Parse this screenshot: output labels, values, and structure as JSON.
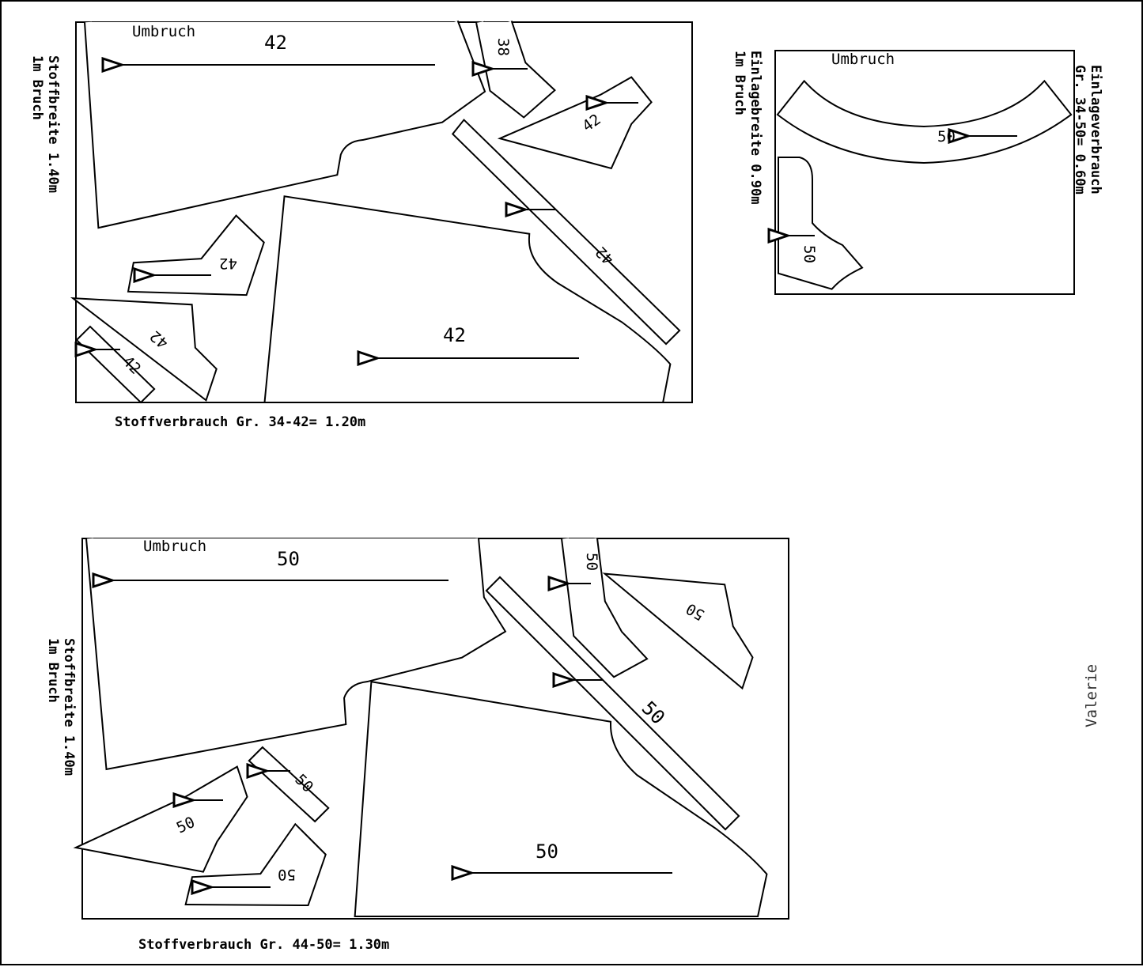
{
  "layout_1": {
    "fold_label": "Umbruch",
    "fabric_width": "Stoffbreite 1.40m",
    "fold_note": "1m Bruch",
    "consumption": "Stoffverbrauch Gr. 34-42= 1.20m",
    "size_labels": [
      "42",
      "38",
      "42",
      "42",
      "42",
      "42",
      "42",
      "42"
    ]
  },
  "layout_2": {
    "fold_label": "Umbruch",
    "fabric_width": "Stoffbreite 1.40m",
    "fold_note": "1m Bruch",
    "consumption": "Stoffverbrauch Gr. 44-50= 1.30m",
    "size_labels": [
      "50",
      "50",
      "50",
      "50",
      "50",
      "50",
      "50",
      "50"
    ]
  },
  "interfacing": {
    "fold_label": "Umbruch",
    "width": "Einlagebreite 0.90m",
    "fold_note": "1m Bruch",
    "consumption_title": "Einlageverbrauch",
    "consumption": "Gr. 34-50= 0.60m",
    "size_labels": [
      "50",
      "50"
    ]
  },
  "model_name": "Valerie"
}
